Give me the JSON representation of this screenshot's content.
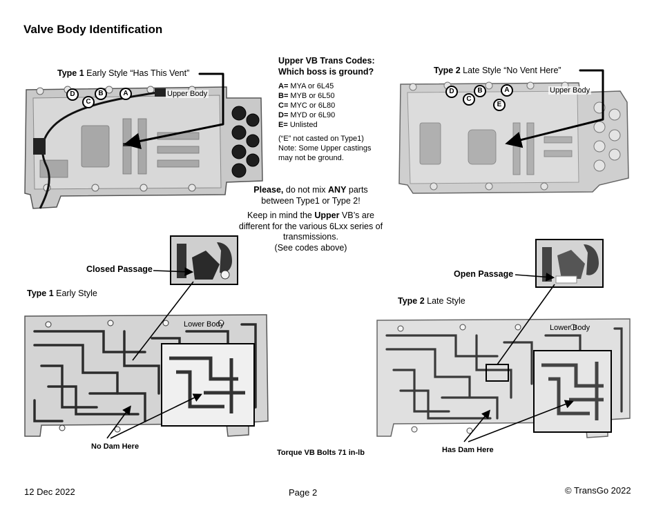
{
  "page": {
    "title": "Valve Body Identification"
  },
  "upper": {
    "type1": {
      "bold": "Type 1",
      "text": " Early Style “Has This Vent”",
      "body_label": "Upper Body"
    },
    "type2": {
      "bold": "Type 2",
      "text": " Late Style “No Vent Here”",
      "body_label": "Upper Body"
    },
    "boss_letters_type1": [
      "D",
      "B",
      "C",
      "A"
    ],
    "boss_letters_type2": [
      "D",
      "B",
      "A",
      "C",
      "E"
    ]
  },
  "trans_codes": {
    "heading1": "Upper VB Trans Codes:",
    "heading2": "Which boss is ground?",
    "codes": [
      {
        "letter": "A=",
        "text": " MYA or 6L45"
      },
      {
        "letter": "B=",
        "text": " MYB or 6L50"
      },
      {
        "letter": "C=",
        "text": " MYC or 6L80"
      },
      {
        "letter": "D=",
        "text": " MYD or 6L90"
      },
      {
        "letter": "E=",
        "text": " Unlisted"
      }
    ],
    "note1": "(“E” not casted on Type1)",
    "note2": "Note: Some Upper castings",
    "note3": "may not be ground."
  },
  "warning": {
    "please": "Please,",
    "t1": " do not mix ",
    "any": "ANY",
    "t2": " parts",
    "line2": "between Type1 or Type 2!",
    "k1": "Keep in mind the ",
    "upper": "Upper",
    "k2": " VB’s are",
    "k3": "different for the various 6Lxx series of",
    "k4": "transmissions.",
    "k5": "(See codes above)"
  },
  "lower": {
    "type1": {
      "bold": "Type 1",
      "text": " Early Style",
      "body_label": "Lower Body",
      "passage": "Closed Passage",
      "dam": "No Dam Here"
    },
    "type2": {
      "bold": "Type 2",
      "text": " Late Style",
      "body_label": "Lower Body",
      "passage": "Open Passage",
      "dam": "Has Dam Here"
    }
  },
  "torque": "Torque VB Bolts 71 in-lb",
  "footer": {
    "date": "12 Dec 2022",
    "page": "Page 2",
    "copyright": "© TransGo 2022"
  }
}
